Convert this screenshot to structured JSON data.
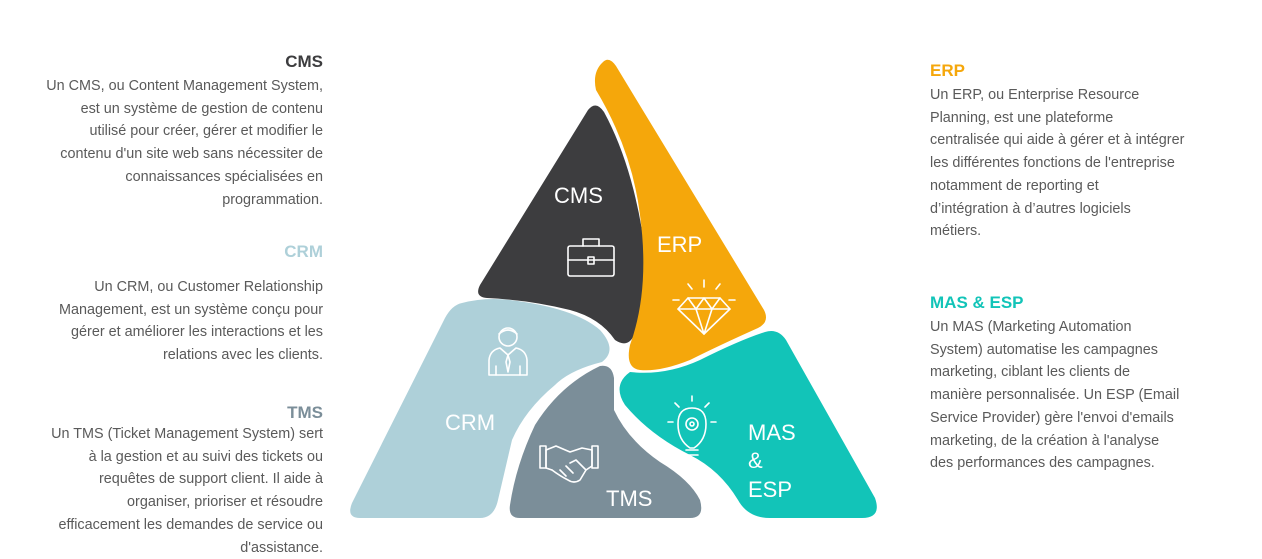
{
  "colors": {
    "cms": "#3d3d3f",
    "erp": "#f5a70b",
    "crm": "#aed0d9",
    "tms": "#7b8e99",
    "mas": "#12c4b8",
    "heading_dark": "#3d3d3f",
    "text": "#5a5a5a"
  },
  "left": {
    "cms": {
      "title": "CMS",
      "lines": [
        "Un CMS, ou Content Management System,",
        "est un système de gestion de contenu",
        "utilisé pour créer, gérer et modifier le",
        "contenu d'un site web sans nécessiter de",
        "connaissances spécialisées en",
        "programmation."
      ]
    },
    "crm": {
      "title": "CRM",
      "lines": [
        "Un CRM, ou Customer Relationship",
        "Management, est un système conçu pour",
        "gérer et améliorer les interactions et les",
        "relations avec les clients."
      ]
    },
    "tms": {
      "title": "TMS",
      "lines": [
        "Un TMS (Ticket Management System) sert",
        "à la gestion et au suivi des tickets ou",
        "requêtes de support client. Il aide à",
        "organiser, prioriser et résoudre",
        "efficacement les demandes de service ou",
        "d'assistance."
      ]
    }
  },
  "right": {
    "erp": {
      "title": "ERP",
      "lines": [
        "Un ERP, ou Enterprise Resource",
        "Planning, est une plateforme",
        "centralisée qui aide à gérer et à intégrer",
        "les différentes fonctions de l'entreprise",
        "notamment de reporting et",
        "d’intégration à d’autres logiciels",
        "métiers."
      ]
    },
    "mas": {
      "title": "MAS & ESP",
      "lines": [
        "Un MAS (Marketing Automation",
        "System) automatise les campagnes",
        "marketing, ciblant les clients de",
        "manière personnalisée. Un ESP (Email",
        "Service Provider) gère l'envoi d'emails",
        "marketing, de la création à l'analyse",
        "des performances des campagnes."
      ]
    }
  },
  "diagram": {
    "cms_label": "CMS",
    "erp_label": "ERP",
    "crm_label": "CRM",
    "tms_label": "TMS",
    "mas_label_1": "MAS",
    "mas_label_2": "&",
    "mas_label_3": "ESP",
    "icons": {
      "cms": "briefcase-icon",
      "erp": "diamond-icon",
      "crm": "businessman-icon",
      "tms": "handshake-icon",
      "mas": "lightbulb-gear-icon"
    }
  }
}
